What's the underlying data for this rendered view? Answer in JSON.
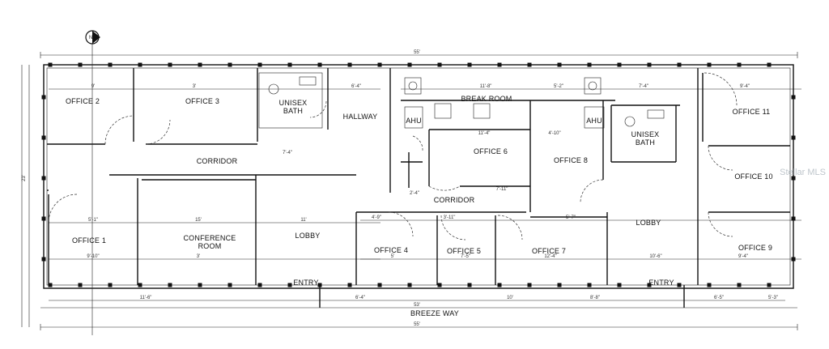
{
  "rooms": {
    "office_2": "OFFICE 2",
    "office_3": "OFFICE 3",
    "unisex_bath_1": "UNISEX",
    "unisex_bath_1b": "BATH",
    "hallway": "HALLWAY",
    "break_room": "BREAK ROOM",
    "ahu_1": "AHU",
    "ahu_2": "AHU",
    "unisex_bath_2": "UNISEX",
    "unisex_bath_2b": "BATH",
    "office_11": "OFFICE 11",
    "office_10": "OFFICE 10",
    "office_9": "OFFICE 9",
    "corridor_1": "CORRIDOR",
    "office_6": "OFFICE 6",
    "office_8": "OFFICE 8",
    "corridor_2": "CORRIDOR",
    "office_1": "OFFICE 1",
    "conference_1": "CONFERENCE",
    "conference_2": "ROOM",
    "lobby_1": "LOBBY",
    "office_4": "OFFICE 4",
    "office_5": "OFFICE 5",
    "office_7": "OFFICE 7",
    "lobby_2": "LOBBY",
    "entry_1": "ENTRY",
    "entry_2": "ENTRY",
    "breeze_way": "BREEZE WAY"
  },
  "dimensions": {
    "overall_top": "55'",
    "overall_bottom": "55'",
    "breeze_way_width": "53'",
    "d1": "9'",
    "d2": "3'",
    "d3": "6'-4\"",
    "d4": "11'-8\"",
    "d5": "5'-2\"",
    "d6": "7'-4\"",
    "d7": "9'-4\"",
    "d8": "7'-4\"",
    "d9": "11'-4\"",
    "d10": "4'-10\"",
    "d11": "5'-1\"",
    "d12": "15'",
    "d13": "11'",
    "d14": "4'-9\"",
    "d15": "3'-11\"",
    "d16": "5'-7\"",
    "d17": "9'-10\"",
    "d18": "3'",
    "d19": "5'",
    "d20": "7'-5\"",
    "d21": "12'-4\"",
    "d22": "10'-6\"",
    "d23": "9'-4\"",
    "d24": "11'-6\"",
    "d25": "6'-4\"",
    "d26": "10'",
    "d27": "8'-8\"",
    "d28": "6'-5\"",
    "d29": "5'-3\"",
    "d30": "7'-11\"",
    "d31": "2'-4\"",
    "side_1": "23'"
  },
  "north_marker": "N",
  "watermark": "Stellar MLS"
}
